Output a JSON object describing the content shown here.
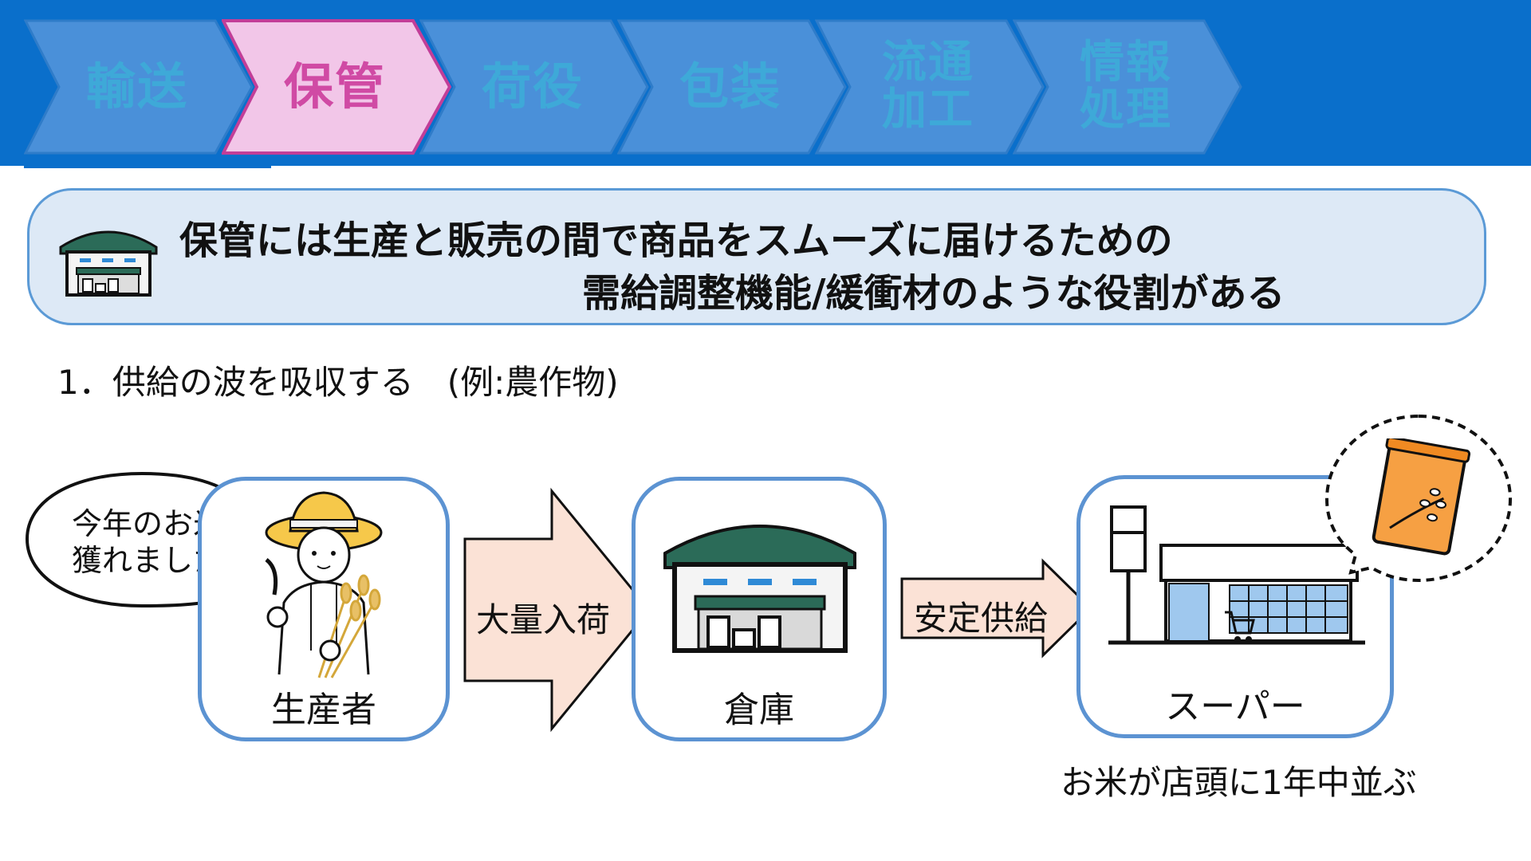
{
  "tabs": [
    {
      "label": "輸送",
      "active": false
    },
    {
      "label": "保管",
      "active": true
    },
    {
      "label": "荷役",
      "active": false
    },
    {
      "label": "包装",
      "active": false
    },
    {
      "label": "流通\n加工",
      "active": false
    },
    {
      "label": "情報\n処理",
      "active": false
    }
  ],
  "banner": {
    "icon": "warehouse-icon",
    "line1": "保管には生産と販売の間で商品をスムーズに届けるための",
    "line2": "需給調整機能/緩衝材のような役割がある"
  },
  "section_title": "1．供給の波を吸収する　(例:農作物)",
  "flow": {
    "producer": {
      "label": "生産者",
      "icon": "farmer-icon",
      "speech": "今年のお米\n獲れました"
    },
    "arrow1": {
      "label": "大量入荷"
    },
    "warehouse": {
      "label": "倉庫",
      "icon": "warehouse-icon"
    },
    "arrow2": {
      "label": "安定供給"
    },
    "supermarket": {
      "label": "スーパー",
      "icon": "supermarket-icon",
      "bubble_icon": "rice-bag-icon"
    },
    "caption": "お米が店頭に1年中並ぶ"
  },
  "colors": {
    "topbar": "#0a6fcb",
    "chevron_inactive": "#4a90d9",
    "chevron_active": "#f2c6e8",
    "tab_text_inactive": "#3ea9d8",
    "tab_text_active": "#d04aa4",
    "banner_bg": "#dde9f6",
    "node_border": "#5c93d2",
    "arrow_fill": "#fbe2d6"
  }
}
